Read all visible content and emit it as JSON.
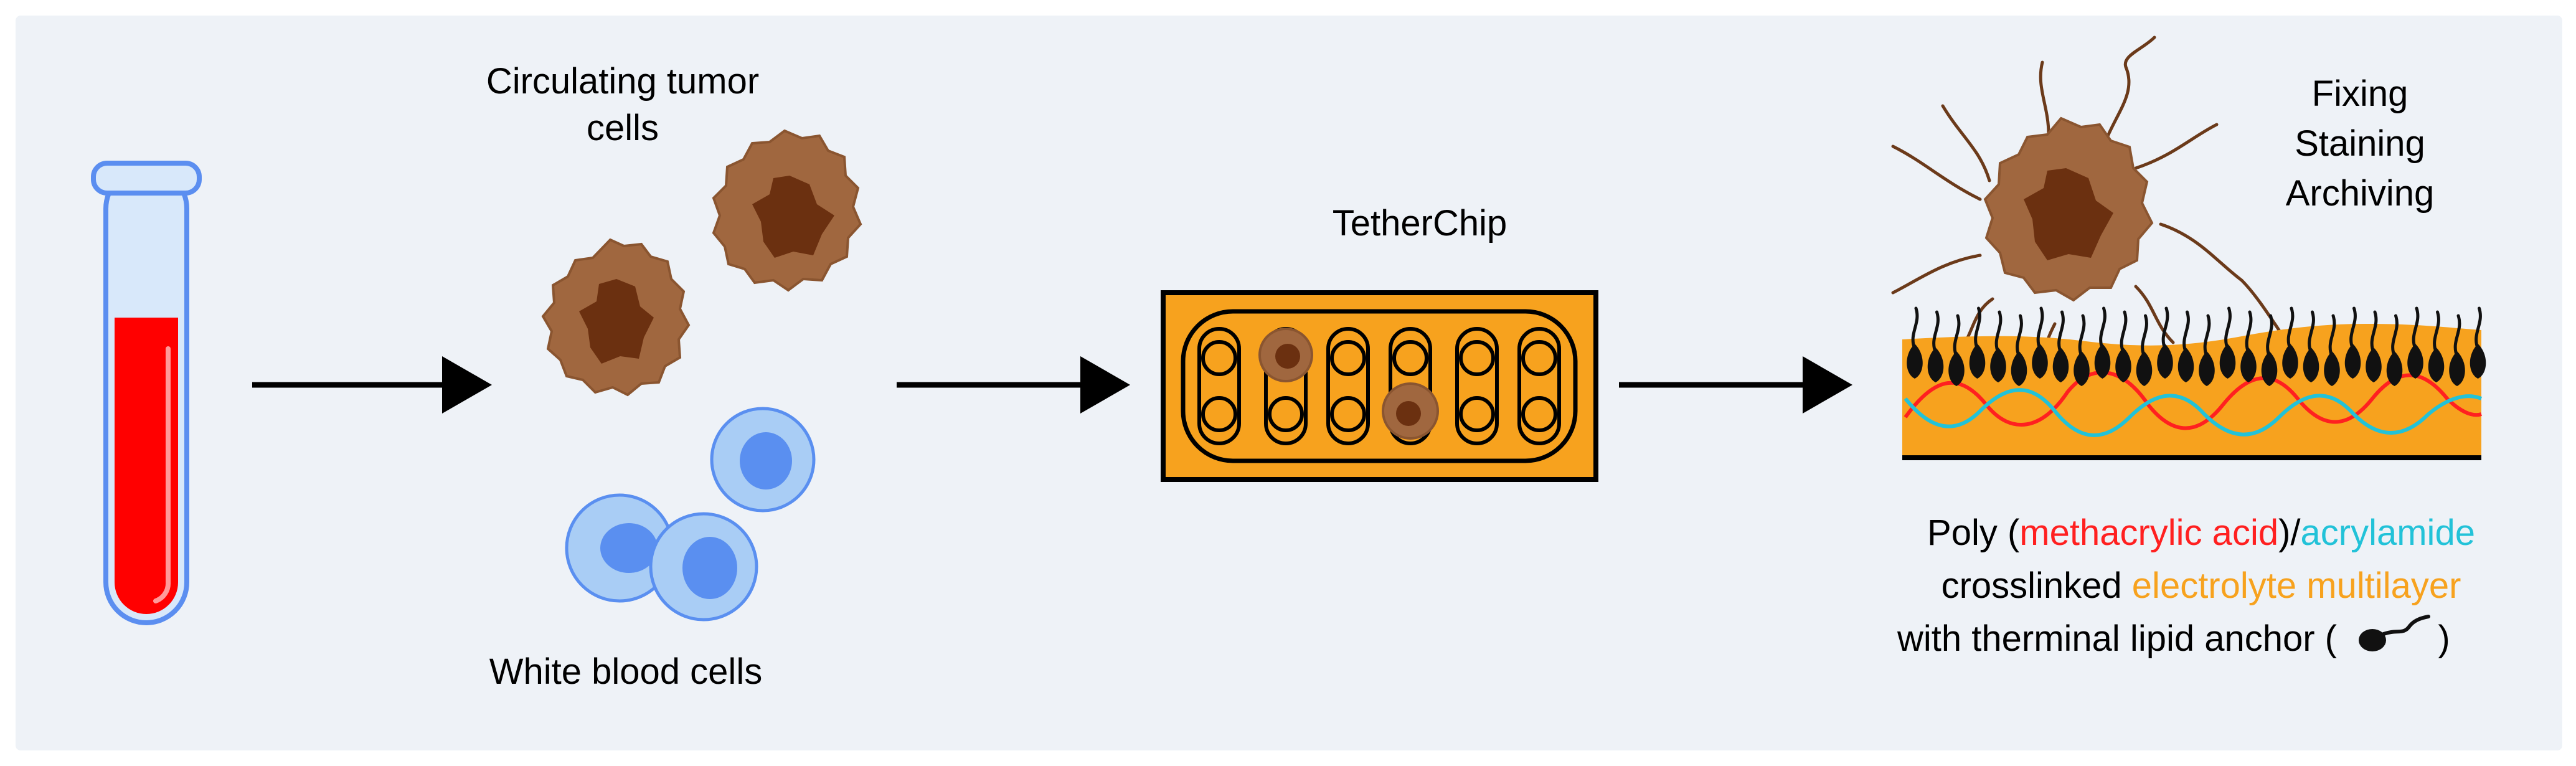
{
  "labels": {
    "ctc_line1": "Circulating tumor",
    "ctc_line2": "cells",
    "wbc": "White blood cells",
    "chip": "TetherChip",
    "step1": "Fixing",
    "step2": "Staining",
    "step3": "Archiving"
  },
  "legend": {
    "line1_a": "Poly (",
    "line1_b": "methacrylic acid",
    "line1_c": ")/",
    "line1_d": "acrylamide",
    "line2_a": "crosslinked ",
    "line2_b": "electrolyte multilayer",
    "line3_a": "with therminal lipid anchor (",
    "line3_b": ")"
  },
  "colors": {
    "background": "#eef2f7",
    "blood": "#ff0000",
    "tube_glass": "#d8e8fa",
    "tube_outline": "#5b8ef0",
    "tumor_cell": "#a0673f",
    "tumor_nucleus": "#6b3010",
    "wbc_cell": "#a9cdf5",
    "wbc_nucleus": "#5a8ff0",
    "chip_fill": "#f7a21e",
    "methacrylic": "#ff2020",
    "acrylamide": "#22c2d8",
    "electrolyte": "#f7a21e",
    "anchor": "#111111"
  }
}
